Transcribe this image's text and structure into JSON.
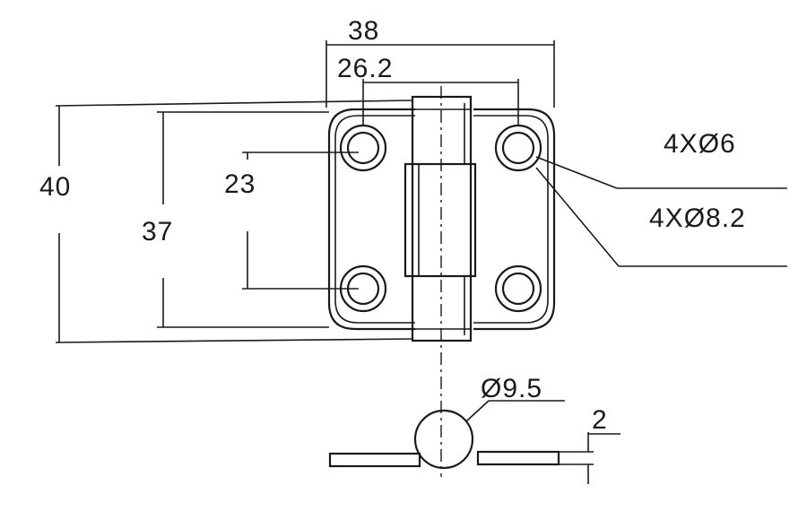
{
  "dimensions": {
    "overall_width": "38",
    "hole_spacing_horizontal": "26.2",
    "overall_height": "40",
    "leaf_height": "37",
    "hole_spacing_vertical": "23",
    "hole_small_diameter": "4XØ6",
    "hole_large_diameter": "4XØ8.2",
    "pin_diameter": "Ø9.5",
    "leaf_thickness": "2"
  }
}
